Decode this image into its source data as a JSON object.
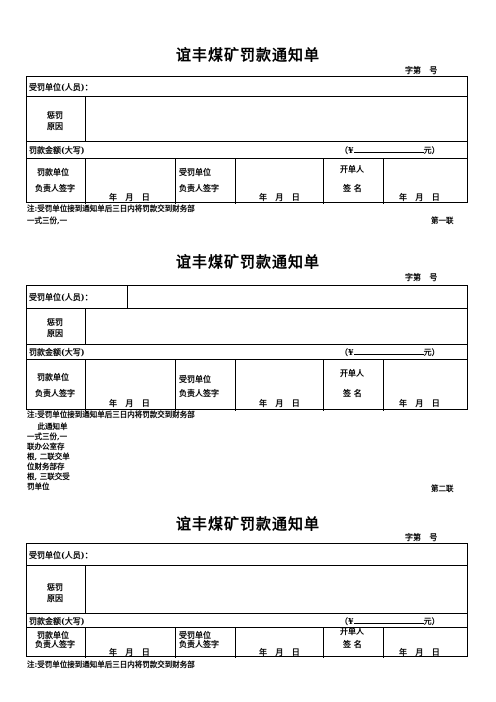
{
  "forms": [
    {
      "title": "谊丰煤矿罚款通知单",
      "serial": "字第   号",
      "recipient_label": "受罚单位(人员)：",
      "reason_label": [
        "惩罚",
        "原因"
      ],
      "amount_label": "罚款金额(大写)",
      "amount_prefix": "（¥",
      "amount_suffix": "元）",
      "penalized_unit": [
        "罚款单位",
        "负责人签字"
      ],
      "receiving_unit": [
        "受罚单位",
        "负责人签字"
      ],
      "issuer": [
        "开单人",
        "签 名"
      ],
      "date_text": "年   月   日",
      "note": "注:受罚单位接到通知单后三日内将罚款交到财务部",
      "extra_note": "一式三份,一",
      "copy_label": "第一联"
    },
    {
      "title": "谊丰煤矿罚款通知单",
      "serial": "字第   号",
      "recipient_label": "受罚单位(人员)：",
      "reason_label": [
        "惩罚",
        "原因"
      ],
      "amount_label": "罚款金额(大写)",
      "amount_prefix": "（¥",
      "amount_suffix": "元）",
      "penalized_unit": [
        "罚款单位",
        "负责人签字"
      ],
      "receiving_unit": [
        "受罚单位",
        "负责人签字"
      ],
      "issuer": [
        "开单人",
        "签 名"
      ],
      "date_text": "年   月   日",
      "note": "注:受罚单位接到通知单后三日内将罚款交到财务部",
      "extra_note_lines": [
        "    此通知单",
        "一式三份,一",
        "联办公室存",
        "根, 二联交单",
        "位财务部存",
        "根, 三联交受",
        "罚单位"
      ],
      "copy_label": "第二联"
    },
    {
      "title": "谊丰煤矿罚款通知单",
      "serial": "字第   号",
      "recipient_label": "受罚单位(人员)：",
      "reason_label": [
        "惩罚",
        "原因"
      ],
      "amount_label": "罚款金额(大写)",
      "amount_prefix": "（¥",
      "amount_suffix": "元）",
      "penalized_unit": [
        "罚款单位",
        "负责人签字"
      ],
      "receiving_unit": [
        "受罚单位",
        "负责人签字"
      ],
      "issuer": [
        "开单人",
        "签 名"
      ],
      "date_text": "年   月   日",
      "note": "注:受罚单位接到通知单后三日内将罚款交到财务部"
    }
  ]
}
